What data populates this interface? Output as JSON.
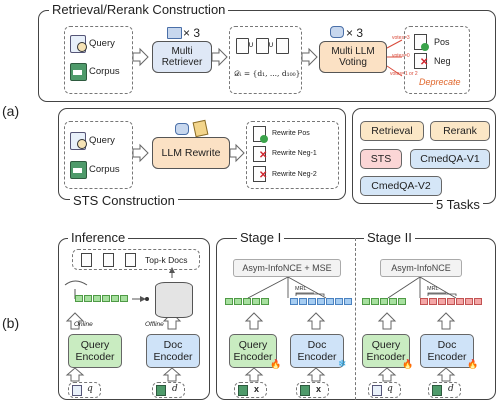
{
  "part_a_label": "(a)",
  "part_b_label": "(b)",
  "retrieval": {
    "title": "Retrieval/Rerank Construction",
    "query": "Query",
    "corpus": "Corpus",
    "retriever_count": "× 3",
    "retriever": "Multi Retriever",
    "doc_set": "𝒟ᵢ = {d₁, ..., d₁₀₀}",
    "llm_count": "× 3",
    "llm_voting": "Multi LLM Voting",
    "votes": [
      "votes=3",
      "votes=0",
      "votes=1 or 2"
    ],
    "pos": "Pos",
    "neg": "Neg",
    "deprecate": "Deprecate"
  },
  "sts": {
    "title": "STS Construction",
    "query": "Query",
    "corpus": "Corpus",
    "llm_rewrite": "LLM Rewrite",
    "outputs": [
      "Rewrite Pos",
      "Rewrite Neg-1",
      "Rewrite Neg-2"
    ]
  },
  "tasks": {
    "title": "5 Tasks",
    "items": [
      "Retrieval",
      "Rerank",
      "STS",
      "CmedQA-V1",
      "CmedQA-V2"
    ]
  },
  "inference": {
    "title": "Inference",
    "topk": "Top-k Docs",
    "online": "Online",
    "offline": "Offline",
    "query_encoder": "Query Encoder",
    "doc_encoder": "Doc Encoder",
    "q": "q",
    "d": "d"
  },
  "stage1": {
    "title": "Stage I",
    "loss": "Asym-InfoNCE + MSE",
    "mrl": "MRL",
    "query_encoder": "Query Encoder",
    "doc_encoder": "Doc Encoder",
    "x1": "x",
    "x2": "x"
  },
  "stage2": {
    "title": "Stage II",
    "loss": "Asym-InfoNCE",
    "mrl": "MRL",
    "query_encoder": "Query Encoder",
    "doc_encoder": "Doc Encoder",
    "q": "q",
    "d": "d"
  },
  "colors": {
    "retriever": "#dfe8f6",
    "llm": "#fbe1c4",
    "green": "#c9ecc1",
    "blue": "#cfe3f8",
    "tag_retrieval": "#fbe7c6",
    "tag_sts": "#fbd6d6",
    "tag_cmed": "#d5e6f7",
    "deprecate": "#e0662b",
    "votes": "#d94a3a"
  }
}
